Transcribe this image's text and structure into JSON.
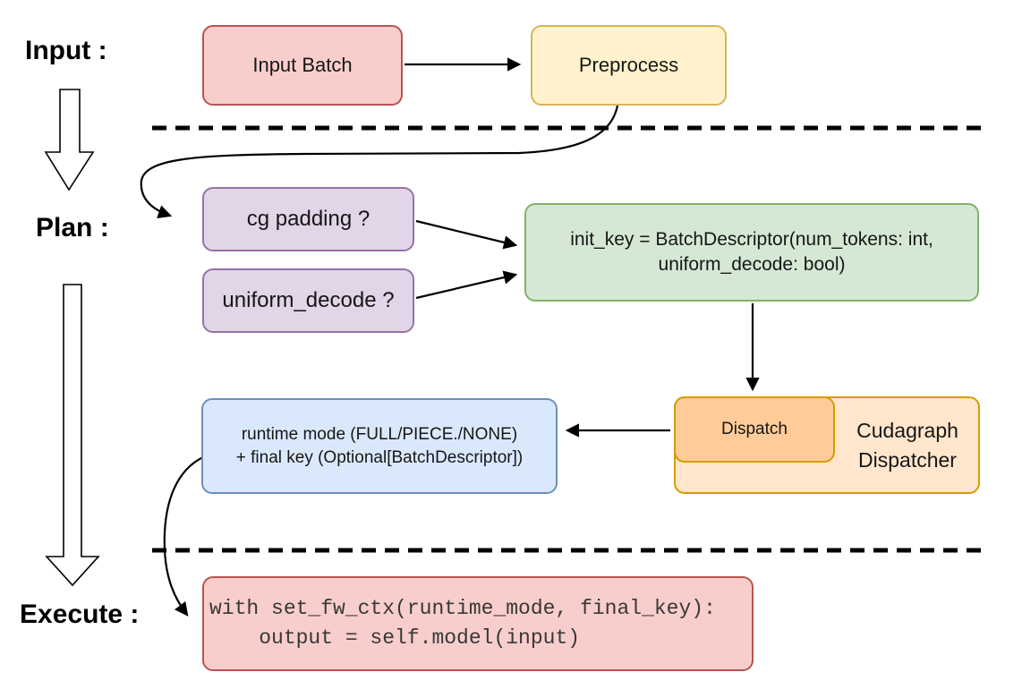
{
  "stage_labels": {
    "input": "Input :",
    "plan": "Plan :",
    "execute": "Execute :"
  },
  "nodes": {
    "input_batch": {
      "label": "Input Batch",
      "fill": "#f8cecc",
      "stroke": "#b85450"
    },
    "preprocess": {
      "label": "Preprocess",
      "fill": "#fff2cc",
      "stroke": "#d6b656"
    },
    "cg_padding": {
      "label": "cg padding ?",
      "fill": "#e1d5e7",
      "stroke": "#9673a6"
    },
    "uniform_decode": {
      "label": "uniform_decode ?",
      "fill": "#e1d5e7",
      "stroke": "#9673a6"
    },
    "init_key": {
      "line1": "init_key = BatchDescriptor(num_tokens: int,",
      "line2": "uniform_decode: bool)",
      "fill": "#d5e8d4",
      "stroke": "#82b366"
    },
    "dispatch": {
      "label": "Dispatch",
      "fill": "#ffcc99",
      "stroke": "#d79b00"
    },
    "cudagraph_dispatcher": {
      "line1": "Cudagraph",
      "line2": "Dispatcher",
      "fill": "#ffe6cc",
      "stroke": "#d79b00"
    },
    "runtime_mode": {
      "line1": "runtime mode (FULL/PIECE./NONE)",
      "line2": "+ final key (Optional[BatchDescriptor])",
      "fill": "#dae8fc",
      "stroke": "#6c8ebf"
    },
    "execute_code": {
      "line1": "with set_fw_ctx(runtime_mode, final_key):",
      "line2": "    output = self.model(input)",
      "fill": "#f8cecc",
      "stroke": "#b85450"
    }
  },
  "connector_color": "#000000"
}
